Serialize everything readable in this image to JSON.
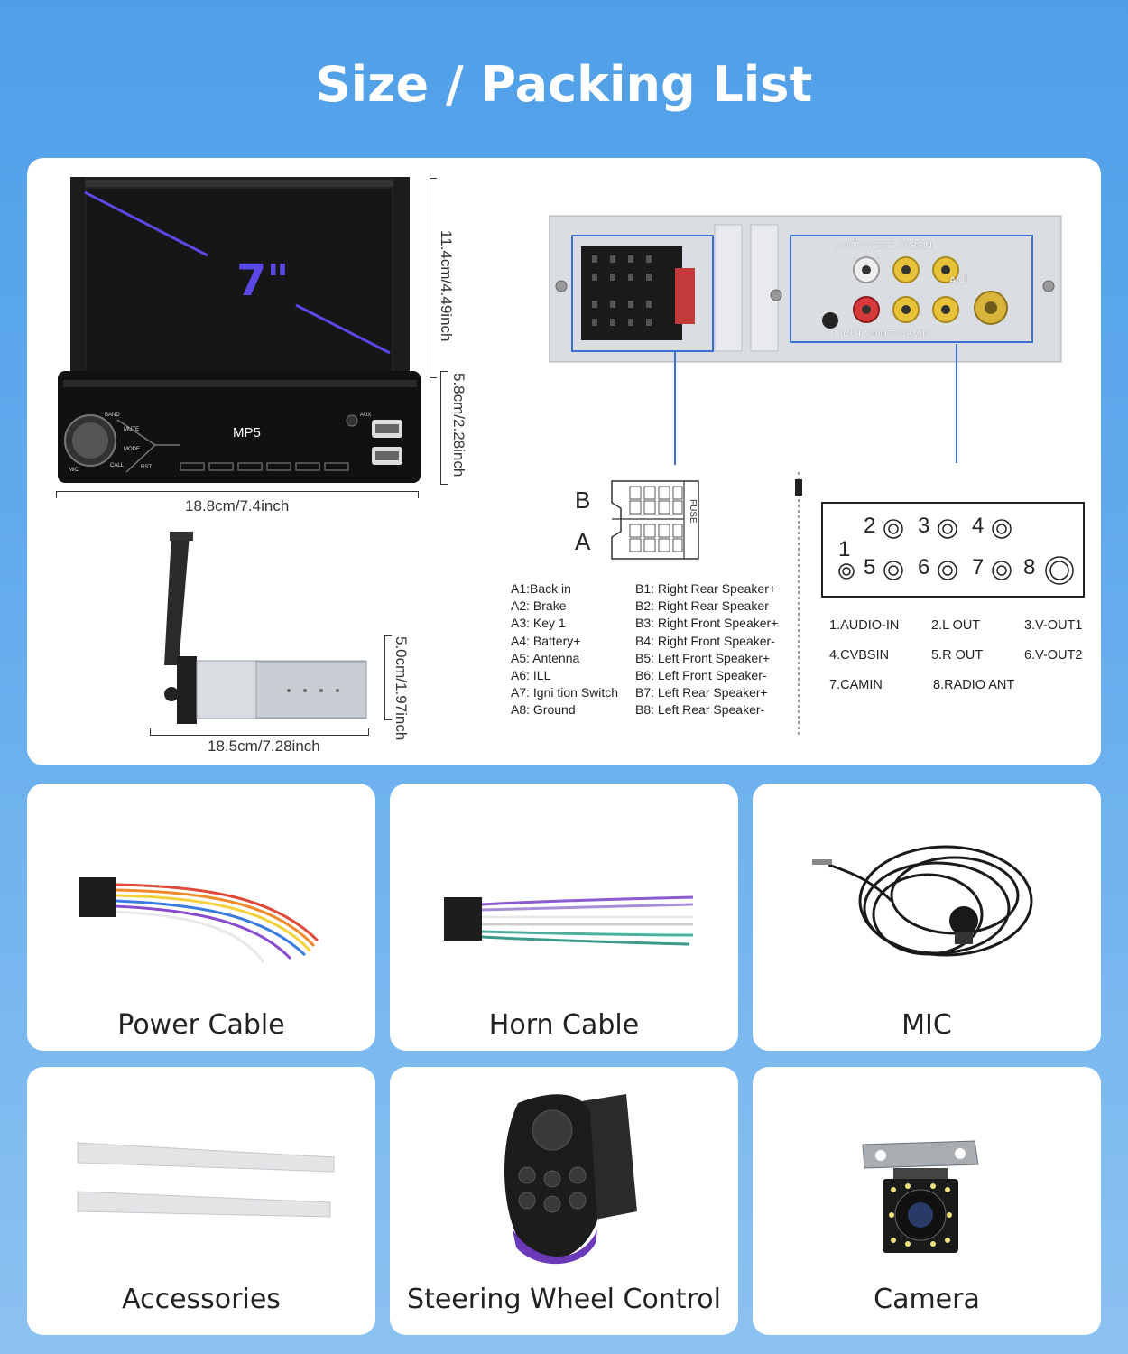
{
  "title": "Size / Packing List",
  "unit": {
    "screen_size": "7\"",
    "brand_label": "MP5",
    "button_band": "BAND",
    "button_mute": "MUTE",
    "button_mode": "MODE",
    "button_call": "CALL",
    "button_rst": "RST",
    "button_mic": "MIC",
    "button_aux": "AUX",
    "width_front": "18.8cm/7.4inch",
    "height_screen": "11.4cm/4.49inch",
    "height_base": "5.8cm/2.28inch",
    "depth_side": "18.5cm/7.28inch",
    "height_side": "5.0cm/1.97inch"
  },
  "connector": {
    "row_b": "B",
    "row_a": "A",
    "fuse": "FUSE",
    "pins_a": [
      "A1:Back in",
      "A2: Brake",
      "A3: Key 1",
      "A4: Battery+",
      "A5: Antenna",
      "A6: ILL",
      "A7: Igni tion Switch",
      "A8: Ground"
    ],
    "pins_b": [
      "B1: Right Rear Speaker+",
      "B2: Right Rear Speaker-",
      "B3: Right Front Speaker+",
      "B4: Right Front Speaker-",
      "B5: Left Front Speaker+",
      "B6: Left Front Speaker-",
      "B7: Left Rear Speaker+",
      "B8: Left Rear Speaker-"
    ]
  },
  "rear_panel": {
    "top_text": "L-OUT V-OUT1 CVBSIN",
    "bottom_text": "R-OUT V-OUT2 CAMIN",
    "ant_text": "ANT"
  },
  "ports": {
    "numbers": [
      "1",
      "2",
      "3",
      "4",
      "5",
      "6",
      "7",
      "8"
    ],
    "labels": [
      "1.AUDIO-IN",
      "2.L OUT",
      "3.V-OUT1",
      "4.CVBSIN",
      "5.R OUT",
      "6.V-OUT2",
      "7.CAMIN",
      "8.RADIO ANT"
    ]
  },
  "accessories": [
    {
      "label": "Power Cable"
    },
    {
      "label": "Horn Cable"
    },
    {
      "label": "MIC"
    },
    {
      "label": "Accessories"
    },
    {
      "label": "Steering Wheel Control"
    },
    {
      "label": "Camera"
    }
  ]
}
